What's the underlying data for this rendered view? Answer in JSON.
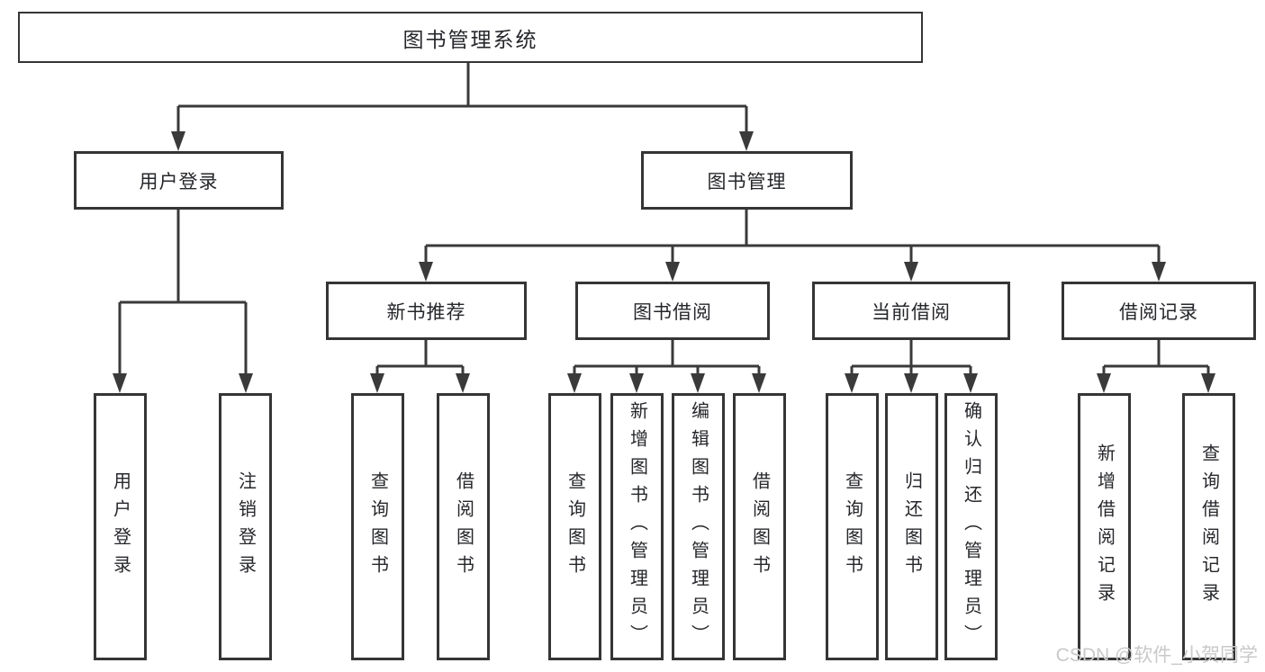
{
  "tree": {
    "root": {
      "label": "图书管理系统",
      "children": [
        {
          "label": "用户登录",
          "children": [
            {
              "label": "用户登录"
            },
            {
              "label": "注销登录"
            }
          ]
        },
        {
          "label": "图书管理",
          "children": [
            {
              "label": "新书推荐",
              "children": [
                {
                  "label": "查询图书"
                },
                {
                  "label": "借阅图书"
                }
              ]
            },
            {
              "label": "图书借阅",
              "children": [
                {
                  "label": "查询图书"
                },
                {
                  "label": "新增图书（管理员）"
                },
                {
                  "label": "编辑图书（管理员）"
                },
                {
                  "label": "借阅图书"
                }
              ]
            },
            {
              "label": "当前借阅",
              "children": [
                {
                  "label": "查询图书"
                },
                {
                  "label": "归还图书"
                },
                {
                  "label": "确认归还（管理员）"
                }
              ]
            },
            {
              "label": "借阅记录",
              "children": [
                {
                  "label": "新增借阅记录"
                },
                {
                  "label": "查询借阅记录"
                }
              ]
            }
          ]
        }
      ]
    }
  },
  "watermark": {
    "text": "CSDN @软件_小贺同学"
  },
  "colors": {
    "line": "#3a3a3a",
    "box_border": "#353535",
    "text": "#26272b",
    "watermark": "#c9c9c9",
    "background": "#ffffff"
  }
}
